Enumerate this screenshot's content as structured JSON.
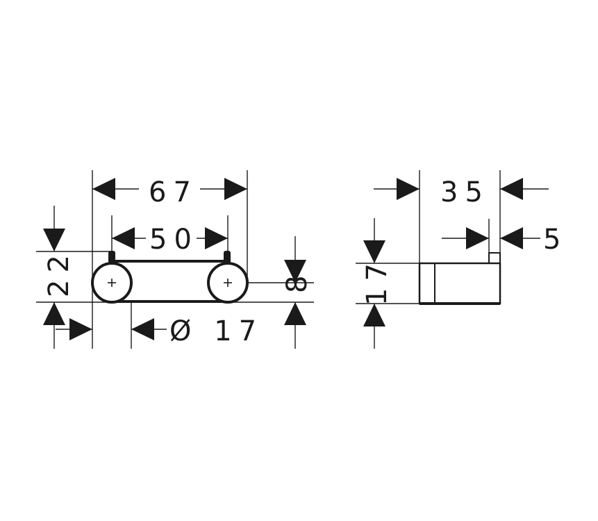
{
  "drawing": {
    "front_view": {
      "overall_width": "67",
      "hole_spacing": "50",
      "height": "22",
      "diameter": "Ø 17",
      "hole_offset": "8"
    },
    "side_view": {
      "depth": "35",
      "lip": "5",
      "height": "17"
    }
  },
  "colors": {
    "line": "#1a1a1a",
    "background": "#ffffff"
  }
}
